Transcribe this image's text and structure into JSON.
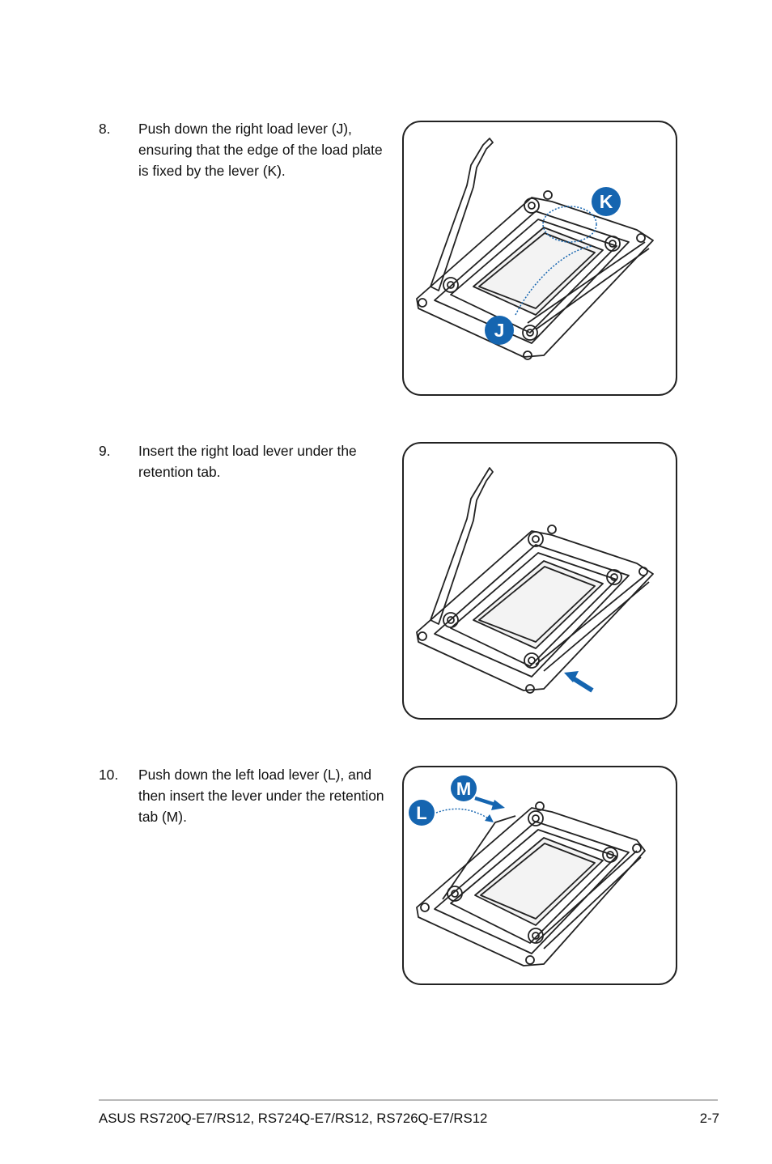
{
  "steps": [
    {
      "number": "8.",
      "text": "Push down the right load lever (J), ensuring that the edge of the load plate is fixed by the lever (K)."
    },
    {
      "number": "9.",
      "text": "Insert the right load lever under the retention tab."
    },
    {
      "number": "10.",
      "text": "Push down the left load lever (L), and then insert the lever under the retention tab (M)."
    }
  ],
  "figures": [
    {
      "callouts": [
        "K",
        "J"
      ]
    },
    {
      "callouts": []
    },
    {
      "callouts": [
        "M",
        "L"
      ]
    }
  ],
  "footer": {
    "product": "ASUS RS720Q-E7/RS12, RS724Q-E7/RS12, RS726Q-E7/RS12",
    "page": "2-7"
  },
  "colors": {
    "callout": "#1565b0",
    "line": "#222222"
  }
}
